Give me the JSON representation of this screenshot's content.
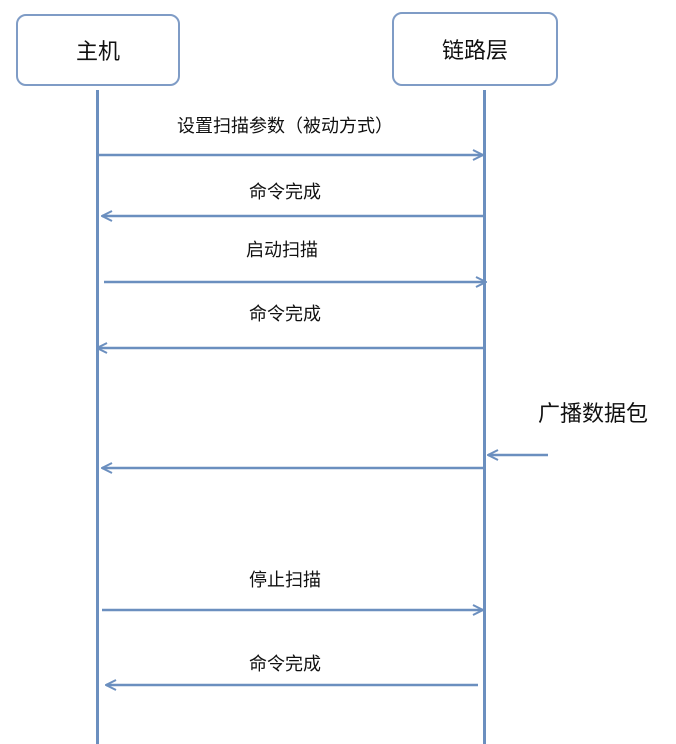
{
  "participants": {
    "host": "主机",
    "link_layer": "链路层"
  },
  "messages": [
    {
      "label": "设置扫描参数（被动方式）",
      "direction": "right"
    },
    {
      "label": "命令完成",
      "direction": "left"
    },
    {
      "label": "启动扫描",
      "direction": "right"
    },
    {
      "label": "命令完成",
      "direction": "left"
    },
    {
      "label": "",
      "direction": "left"
    },
    {
      "label": "停止扫描",
      "direction": "right"
    },
    {
      "label": "命令完成",
      "direction": "left"
    }
  ],
  "external_event": {
    "label": "广播数据包"
  },
  "colors": {
    "line": "#6b8fbf",
    "box_border": "#7f9cc6"
  }
}
